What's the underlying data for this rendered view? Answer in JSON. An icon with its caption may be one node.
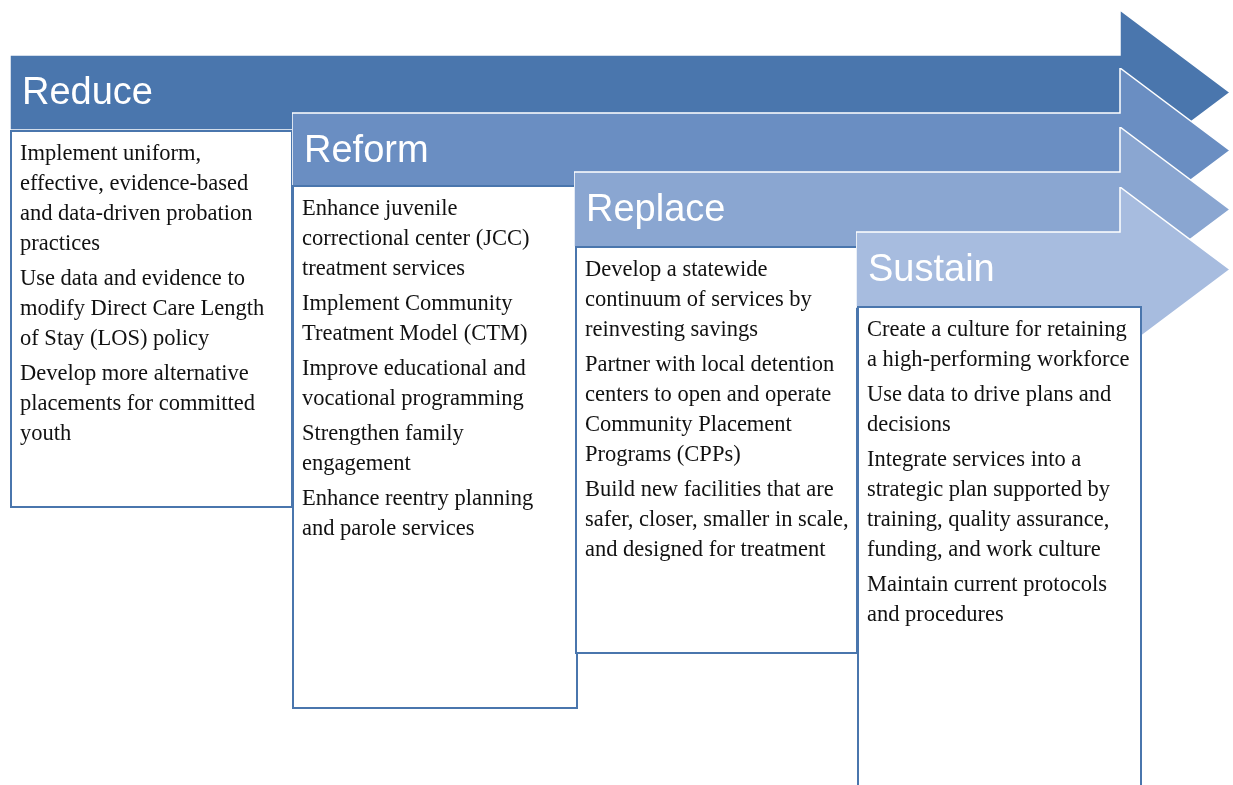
{
  "diagram": {
    "nodes": [
      {
        "text": [
          "Reduce"
        ]
      },
      {
        "text": [
          "Implement uniform, effective, evidence-based and data-driven probation practices",
          "Use data and evidence to modify Direct Care Length of Stay (LOS) policy",
          "Develop more alternative placements for committed youth"
        ]
      },
      {
        "text": [
          "Reform"
        ]
      },
      {
        "text": [
          "Enhance juvenile correctional center (JCC) treatment services",
          "Implement Community Treatment Model (CTM)",
          "Improve educational and vocational programming",
          "Strengthen family engagement",
          "Enhance reentry planning and parole services"
        ]
      },
      {
        "text": [
          "Replace"
        ]
      },
      {
        "text": [
          "Develop a statewide continuum of services by reinvesting savings",
          "Partner with local detention centers to open and operate Community Placement Programs (CPPs)",
          "Build new facilities that are safer, closer, smaller in scale, and designed for treatment"
        ]
      },
      {
        "text": [
          "Sustain"
        ]
      },
      {
        "text": [
          "Create a culture for retaining a high-performing workforce",
          "Use data to drive plans and decisions",
          "Integrate services into a strategic plan supported by training, quality assurance, funding, and work culture",
          "Maintain current protocols and procedures"
        ]
      }
    ]
  }
}
